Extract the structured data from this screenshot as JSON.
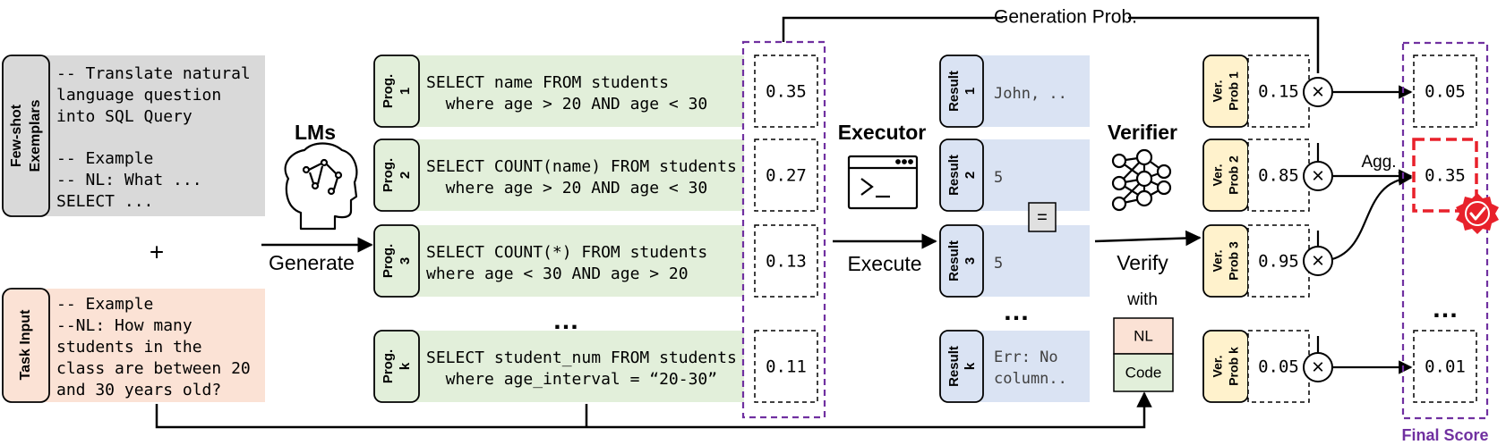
{
  "generation_prob_label": "Generation Prob.",
  "fewshot": {
    "tab": [
      "Few-shot",
      "Exemplars"
    ],
    "lines": [
      "-- Translate natural",
      "language question",
      "into SQL Query",
      "",
      "-- Example",
      "-- NL: What ...",
      "SELECT ..."
    ]
  },
  "plus": "+",
  "task_input": {
    "tab": "Task Input",
    "lines": [
      "-- Example",
      "--NL: How many",
      "students in the",
      "class are between 20",
      "and 30 years old?"
    ]
  },
  "lms_label": "LMs",
  "generate_label": "Generate",
  "programs": [
    {
      "tab": [
        "Prog.",
        "1"
      ],
      "lines": [
        "SELECT name FROM students",
        "  where age > 20 AND age < 30"
      ],
      "prob": "0.35"
    },
    {
      "tab": [
        "Prog.",
        "2"
      ],
      "lines": [
        "SELECT COUNT(name) FROM students",
        "  where age > 20 AND age < 30"
      ],
      "prob": "0.27"
    },
    {
      "tab": [
        "Prog.",
        "3"
      ],
      "lines": [
        "SELECT COUNT(*) FROM students",
        "where age < 30 AND age > 20"
      ],
      "prob": "0.13"
    },
    {
      "tab": [
        "Prog.",
        "k"
      ],
      "lines": [
        "SELECT student_num FROM students",
        "  where age_interval = “20-30”"
      ],
      "prob": "0.11"
    }
  ],
  "ellipsis": "…",
  "executor_label": "Executor",
  "execute_label": "Execute",
  "results": [
    {
      "tab": [
        "Result",
        "1"
      ],
      "lines": [
        "John, .."
      ]
    },
    {
      "tab": [
        "Result",
        "2"
      ],
      "lines": [
        "5"
      ]
    },
    {
      "tab": [
        "Result",
        "3"
      ],
      "lines": [
        "5"
      ]
    },
    {
      "tab": [
        "Result",
        "k"
      ],
      "lines": [
        "Err: No",
        "column.."
      ]
    }
  ],
  "equals": "=",
  "verifier_label": "Verifier",
  "verify_label": "Verify",
  "with_label": "with",
  "nl_label": "NL",
  "code_label": "Code",
  "ver_probs": [
    {
      "tab": [
        "Ver.",
        "Prob 1"
      ],
      "value": "0.15"
    },
    {
      "tab": [
        "Ver.",
        "Prob 2"
      ],
      "value": "0.85"
    },
    {
      "tab": [
        "Ver.",
        "Prob 3"
      ],
      "value": "0.95"
    },
    {
      "tab": [
        "Ver.",
        "Prob k"
      ],
      "value": "0.05"
    }
  ],
  "times": "×",
  "agg_label": "Agg.",
  "final_scores": [
    "0.05",
    "0.35",
    "0.01"
  ],
  "final_score_label": "Final Score",
  "colors": {
    "gray_box": "#d9d9d9",
    "orange_box": "#fbe2d5",
    "green_box": "#e2efda",
    "blue_box": "#dae3f3",
    "yellow_tab": "#fff2cc",
    "purple": "#7030a0",
    "red": "#e8212b"
  }
}
